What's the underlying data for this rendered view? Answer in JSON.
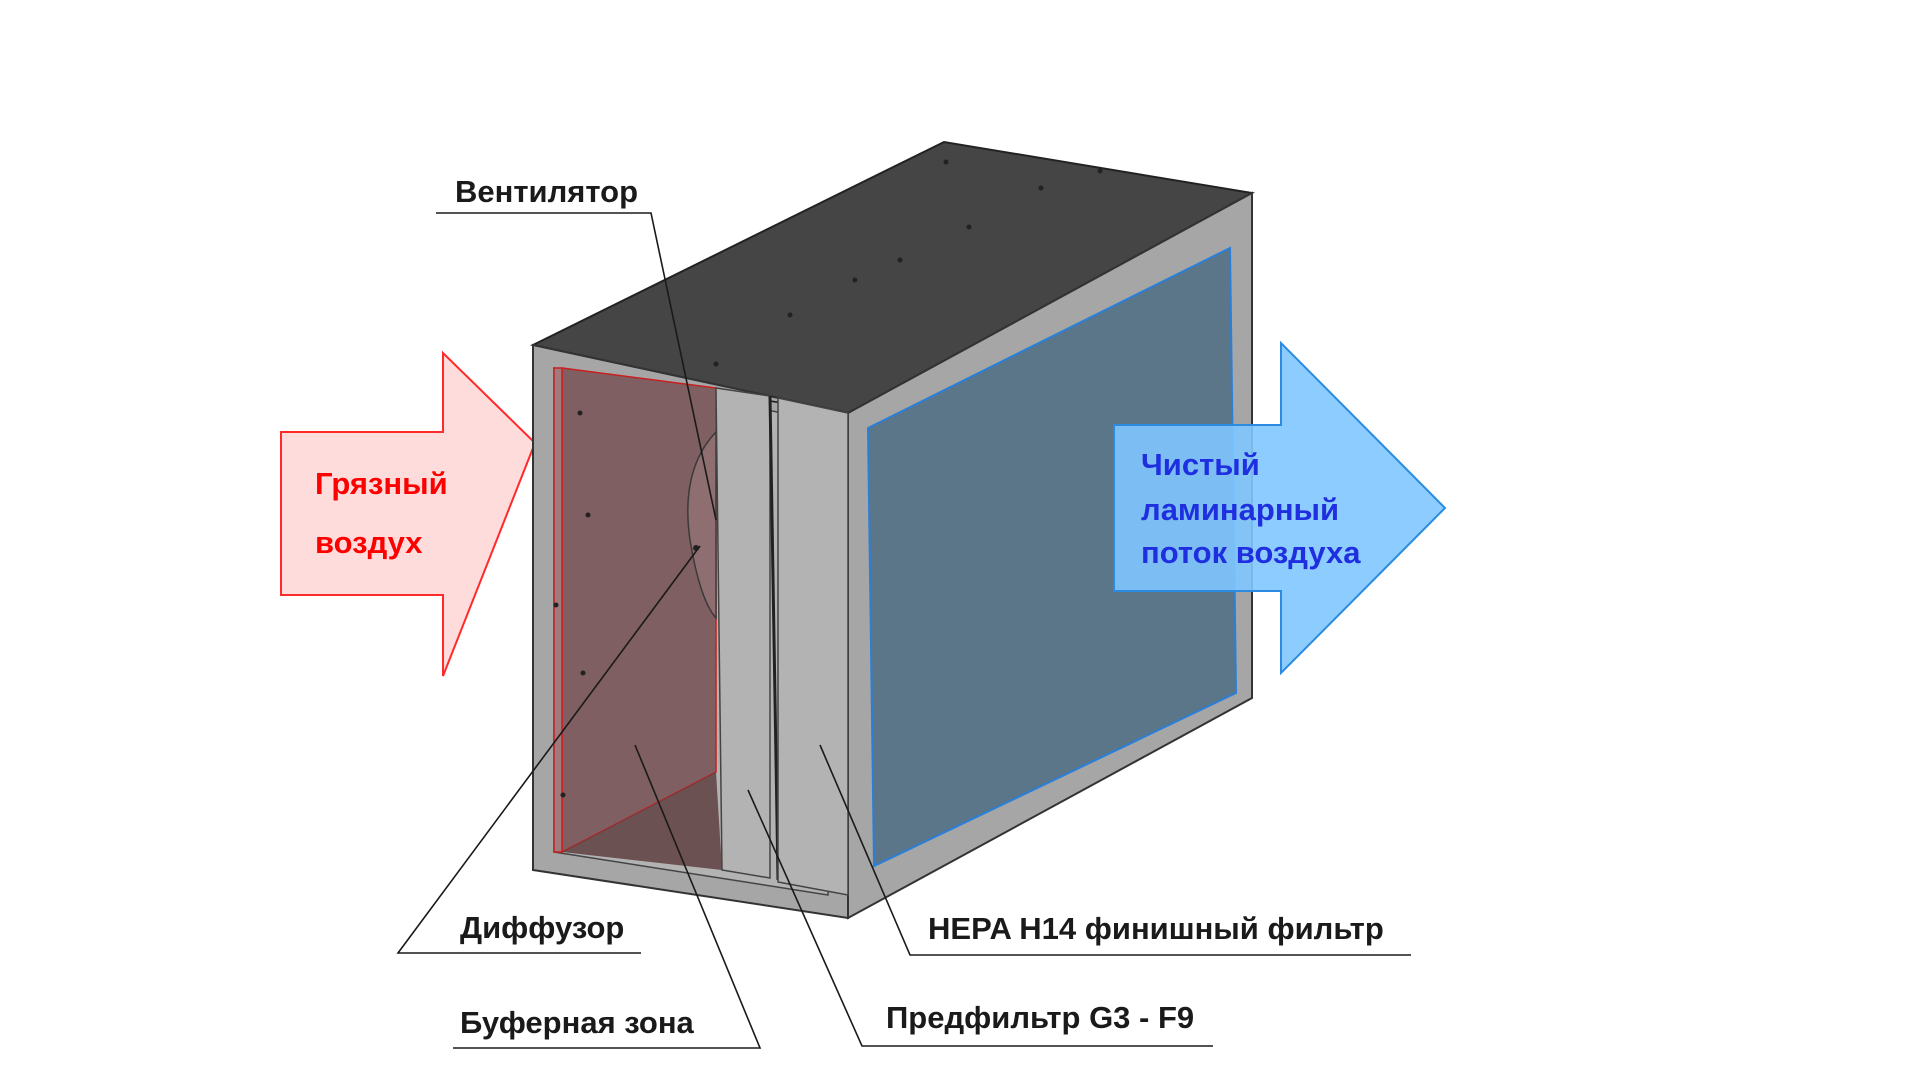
{
  "labels": {
    "fan": "Вентилятор",
    "diffuser": "Диффузор",
    "buffer_zone": "Буферная зона",
    "prefilter": "Предфильтр G3 - F9",
    "hepa_filter": "HEPA H14 финишный фильтр"
  },
  "inlet_arrow": {
    "lines": [
      "Грязный",
      "воздух"
    ],
    "text_color": "#ff0000",
    "fill_color": "#ffdcdc",
    "stroke_color": "#ff2a2a"
  },
  "outlet_arrow": {
    "lines": [
      "Чистый",
      "ламинарный",
      "поток воздуха"
    ],
    "text_color": "#1f2fe0",
    "fill_color": "#7fc6ff",
    "stroke_color": "#2a8be0"
  },
  "colors": {
    "housing_top": "#454545",
    "housing_frame": "#a6a6a6",
    "buffer_zone": "#7f5f61",
    "filter_panel": "#b3b3b3",
    "hepa_face": "#5b7589"
  }
}
